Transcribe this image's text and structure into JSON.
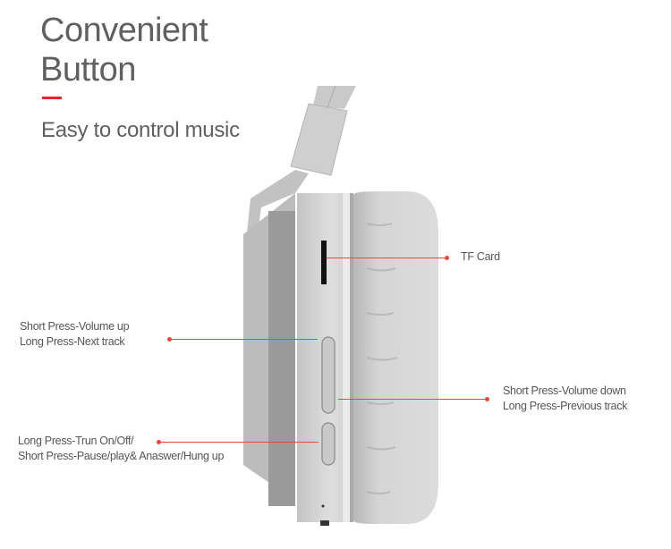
{
  "header": {
    "title_line1": "Convenient",
    "title_line2": "Button",
    "subtitle": "Easy to control music",
    "accent_color": "#e8262a"
  },
  "product": {
    "name": "headphone-earcup",
    "color": "#c8c8c8"
  },
  "callouts": {
    "tf_card": {
      "line1": "TF Card"
    },
    "volume_up": {
      "line1": "Short Press-Volume up",
      "line2": "Long Press-Next track"
    },
    "volume_down": {
      "line1": "Short Press-Volume down",
      "line2": "Long Press-Previous track"
    },
    "power": {
      "line1": "Long Press-Trun On/Off/",
      "line2": "Short Press-Pause/play& Anaswer/Hung up"
    },
    "line_color": "#e8483e"
  }
}
